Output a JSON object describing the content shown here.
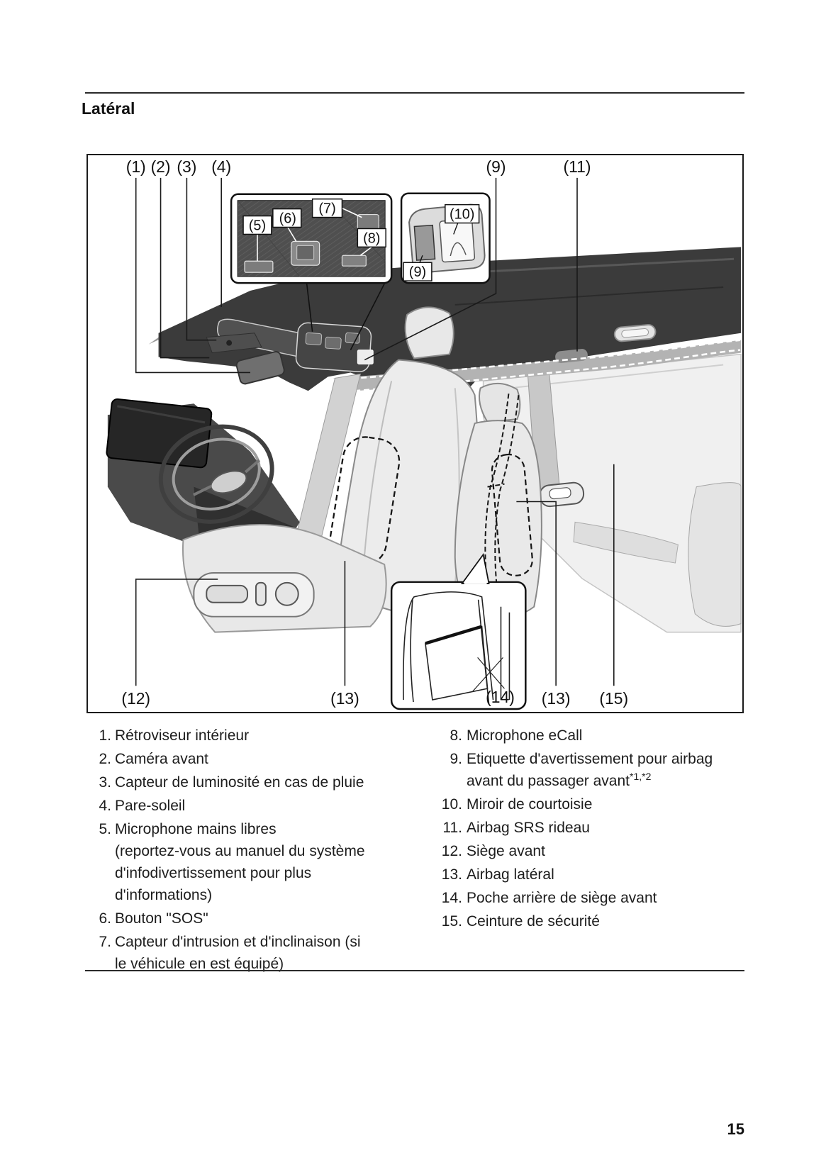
{
  "page": {
    "heading": "Latéral",
    "page_number": "15"
  },
  "diagram": {
    "c1": "(1)",
    "c2": "(2)",
    "c3": "(3)",
    "c4": "(4)",
    "c5": "(5)",
    "c6": "(6)",
    "c7": "(7)",
    "c8": "(8)",
    "c9": "(9)",
    "c10": "(10)",
    "c11": "(11)",
    "c12": "(12)",
    "c13": "(13)",
    "c14": "(14)",
    "c15": "(15)"
  },
  "legend": {
    "left": [
      {
        "num": "1.",
        "text": "Rétroviseur intérieur"
      },
      {
        "num": "2.",
        "text": "Caméra avant"
      },
      {
        "num": "3.",
        "text": "Capteur de luminosité en cas de pluie"
      },
      {
        "num": "4.",
        "text": "Pare-soleil"
      },
      {
        "num": "5.",
        "lines": [
          "Microphone mains libres",
          "(reportez-vous au manuel du système",
          "d'infodivertissement pour plus",
          "d'informations)"
        ]
      },
      {
        "num": "6.",
        "text": "Bouton \"SOS\""
      },
      {
        "num": "7.",
        "lines": [
          "Capteur d'intrusion et d'inclinaison (si",
          "le véhicule en est équipé)"
        ]
      }
    ],
    "right": [
      {
        "num": "8.",
        "text": "Microphone eCall"
      },
      {
        "num": "9.",
        "line1": "Etiquette d'avertissement pour airbag",
        "line2": "avant du passager avant",
        "sup": "*1,*2"
      },
      {
        "num": "10.",
        "text": "Miroir de courtoisie"
      },
      {
        "num": "11.",
        "text": "Airbag SRS rideau"
      },
      {
        "num": "12.",
        "text": "Siège avant"
      },
      {
        "num": "13.",
        "text": "Airbag latéral"
      },
      {
        "num": "14.",
        "text": "Poche arrière de siège avant"
      },
      {
        "num": "15.",
        "text": "Ceinture de sécurité"
      }
    ]
  }
}
